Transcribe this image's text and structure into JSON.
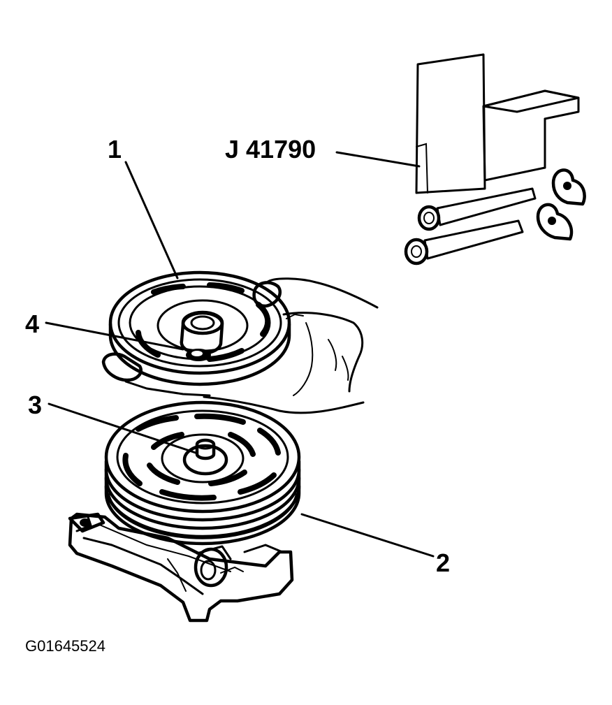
{
  "callouts": {
    "c1": "1",
    "c2": "2",
    "c3": "3",
    "c4": "4",
    "tool": "J 41790"
  },
  "figure_id": "G01645524",
  "colors": {
    "ink": "#000000",
    "background": "#ffffff"
  }
}
